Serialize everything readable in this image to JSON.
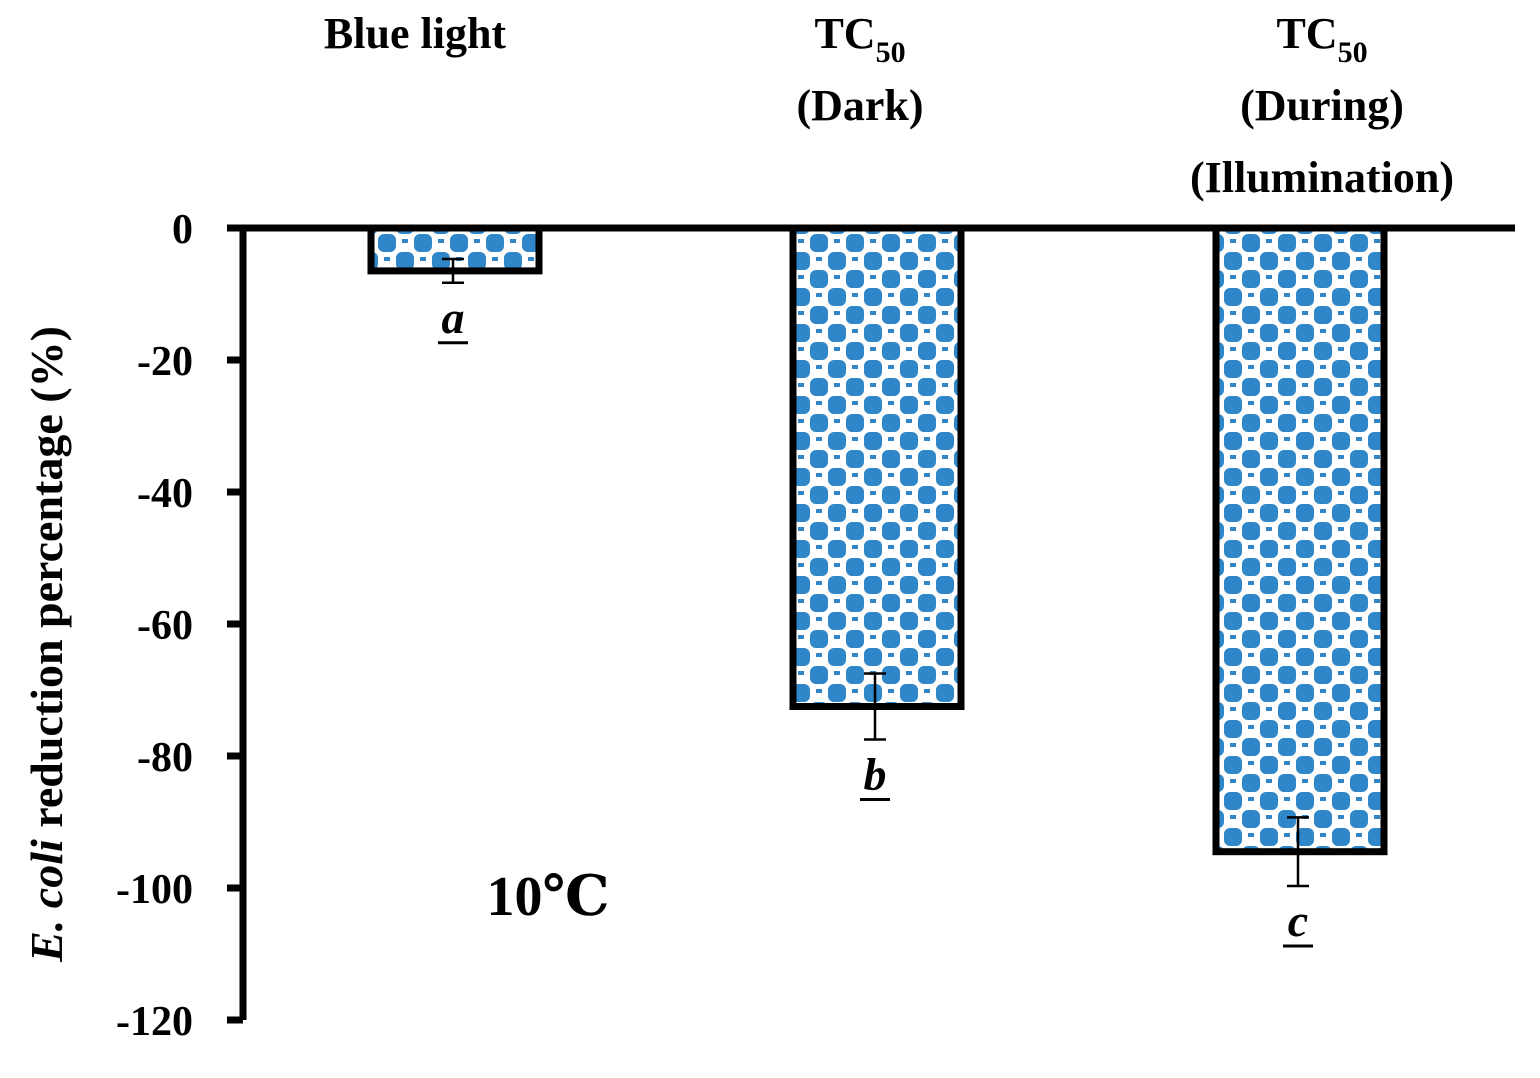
{
  "chart_data": {
    "type": "bar",
    "categories": [
      "Blue light",
      "TC50 (Dark)",
      "TC50 (During) (Illumination)"
    ],
    "category_labels": [
      {
        "lines": [
          "Blue  light"
        ]
      },
      {
        "lines": [
          "TC",
          "(Dark)"
        ],
        "subscript": "50"
      },
      {
        "lines": [
          "TC",
          "(During)",
          "(Illumination)"
        ],
        "subscript": "50"
      }
    ],
    "values": [
      -6.5,
      -72.5,
      -94.5
    ],
    "errors": [
      1.8,
      5.0,
      5.2
    ],
    "significance": [
      "a",
      "b",
      "c"
    ],
    "ylabel_italic": "E. coli",
    "ylabel_rest": " reduction  percentage (%)",
    "ylim": [
      -120,
      0
    ],
    "yticks": [
      0,
      -20,
      -40,
      -60,
      -80,
      -100,
      -120
    ],
    "annotation": "10℃",
    "bar_fill": "#2f86c8",
    "bar_pattern_bg": "#ffffff",
    "bar_edge": "#000000",
    "grid": false
  }
}
